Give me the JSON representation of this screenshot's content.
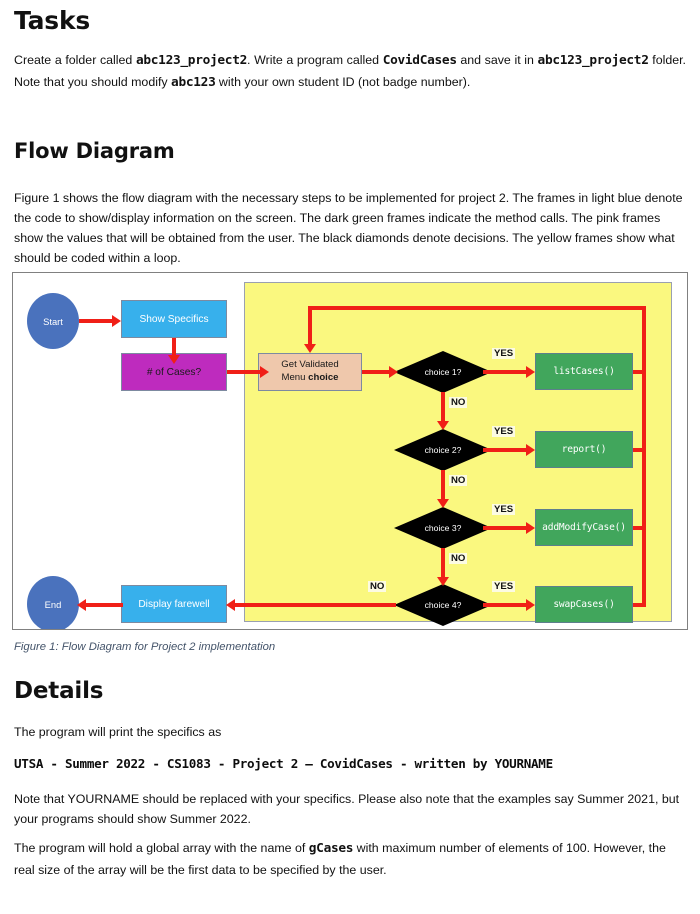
{
  "document": {
    "sections": {
      "tasks": {
        "heading": "Tasks",
        "paragraph_parts": {
          "p1": "Create a folder called ",
          "code1": "abc123_project2",
          "p2": ". Write a program called ",
          "code2": "CovidCases",
          "p3": " and save it in ",
          "code3": "abc123_project2",
          "p4": " folder. Note that you should modify ",
          "code4": "abc123",
          "p5": " with your own student ID (not badge number)."
        }
      },
      "flow_diagram": {
        "heading": "Flow Diagram",
        "paragraph": "Figure 1 shows the flow diagram with the necessary steps to be implemented for project 2. The frames in light blue denote the code to show/display information on the screen. The dark green frames indicate the method calls. The pink frames show the values that will be obtained from the user. The black diamonds denote decisions. The yellow frames show what should be coded within a loop.",
        "caption": "Figure 1: Flow Diagram for Project 2 implementation"
      },
      "details": {
        "heading": "Details",
        "paragraph_1": "The program will print the specifics as",
        "code_line": "UTSA - Summer 2022 - CS1083 - Project 2 – CovidCases - written by YOURNAME",
        "paragraph_2": "Note that YOURNAME should be replaced with your specifics.  Please also note that the examples say Summer 2021, but your programs should show Summer 2022.",
        "paragraph_3_parts": {
          "p1": "The program will hold a global array with the name of ",
          "code1": "gCases",
          "p2": " with maximum number of elements of 100. However, the real size of the array will be the first data to be specified by the user."
        }
      }
    }
  },
  "flowchart": {
    "nodes": {
      "start": "Start",
      "show_specifics": "Show Specifics",
      "num_cases": "# of Cases?",
      "get_validated_line1": "Get Validated",
      "get_validated_line2a": "Menu ",
      "get_validated_line2b": "choice",
      "choice1": "choice 1?",
      "choice2": "choice 2?",
      "choice3": "choice 3?",
      "choice4": "choice 4?",
      "list_cases": "listCases()",
      "report": "report()",
      "add_modify_case": "addModifyCase()",
      "swap_cases": "swapCases()",
      "display_farewell": "Display farewell",
      "end": "End"
    },
    "edge_labels": {
      "yes1": "YES",
      "yes2": "YES",
      "yes3": "YES",
      "yes4": "YES",
      "no1": "NO",
      "no2": "NO",
      "no3": "NO",
      "no4": "NO"
    },
    "colors": {
      "display_blue": "#37b0ec",
      "input_magenta": "#be2bbe",
      "method_green": "#41a65c",
      "loop_yellow": "#faf87f",
      "terminal_blue": "#4a72bd",
      "validated_peach": "#efc8ac",
      "decision_black": "#000000",
      "arrow_red": "#f01f17"
    }
  }
}
